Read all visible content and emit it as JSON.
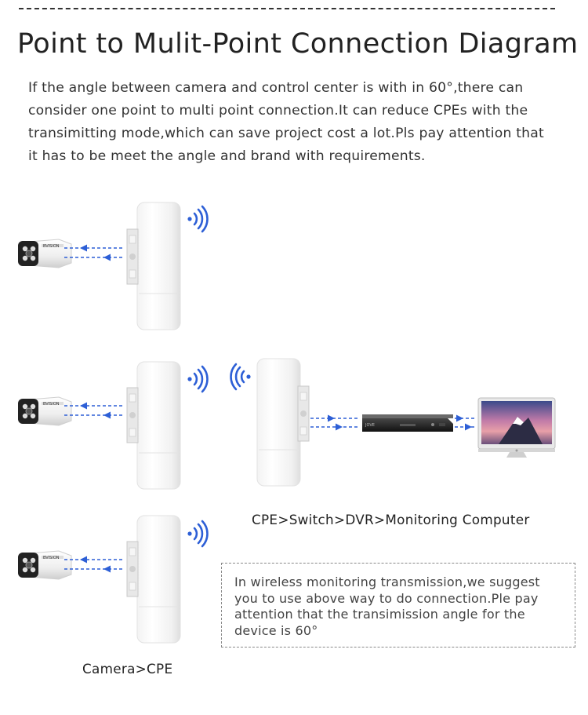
{
  "title": "Point to Mulit-Point Connection Diagram",
  "intro": {
    "line1": "If the angle between camera and control center is with in 60°,there can",
    "line2": "consider one point to multi point connection.It can reduce CPEs with the",
    "line3": "transimitting mode,which can save project cost a lot.Pls pay attention that",
    "line4": "it has to be meet the angle and brand with requirements."
  },
  "captions": {
    "right": "CPE>Switch>DVR>Monitoring Computer",
    "left": "Camera>CPE"
  },
  "note": {
    "line1": "In wireless monitoring transmission,we suggest",
    "line2": "you to use above way to do connection.Ple pay",
    "line3": "attention that the transimission angle for the",
    "line4": "device is 60°"
  },
  "device_labels": {
    "camera_brand": "BVISION",
    "dvr_brand": "JOVE"
  },
  "colors": {
    "arrow_blue": "#2d5fd6",
    "wifi_blue": "#2d5fd6",
    "text": "#222222"
  },
  "icons": [
    "camera-icon",
    "cpe-icon",
    "wifi-signal-icon",
    "dvr-icon",
    "monitor-icon"
  ]
}
